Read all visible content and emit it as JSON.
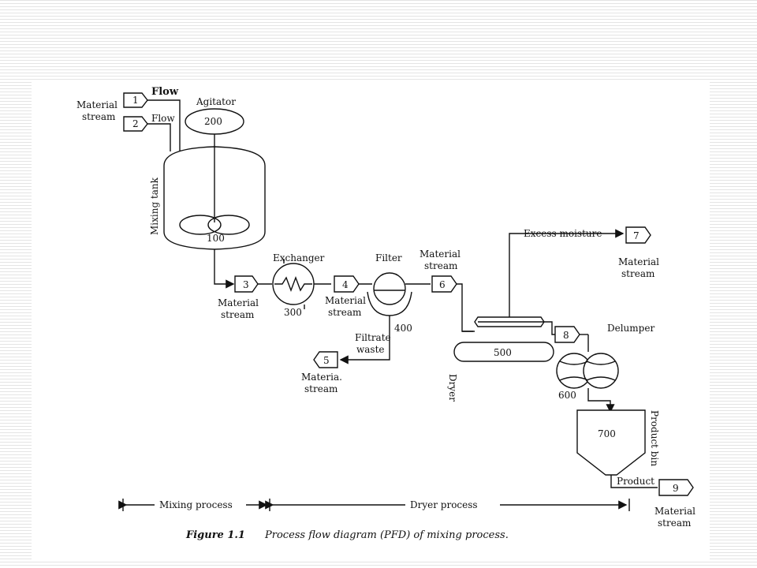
{
  "figure": {
    "caption_label": "Figure 1.1",
    "caption_text": "Process flow diagram (PFD) of mixing process."
  },
  "streams": [
    {
      "id": "1"
    },
    {
      "id": "2"
    },
    {
      "id": "3"
    },
    {
      "id": "4"
    },
    {
      "id": "5"
    },
    {
      "id": "6"
    },
    {
      "id": "7"
    },
    {
      "id": "8"
    },
    {
      "id": "9"
    }
  ],
  "labels": {
    "material": "Material",
    "stream": "stream",
    "materia": "Materia.",
    "material_7": "Material",
    "flow_1": "Flow",
    "flow_2": "Flow",
    "agitator": "Agitator",
    "agitator_num": "200",
    "mixing_tank": "Mixing tank",
    "tank_num": "100",
    "exchanger": "Exchanger",
    "exchanger_num": "300",
    "filter": "Filter",
    "filter_num": "400",
    "filtrate": "Filtrate",
    "waste": "waste",
    "excess_moisture": "Excess moisture",
    "dryer_num": "500",
    "dryer": "Dryer",
    "delumper": "Delumper",
    "delumper_num": "600",
    "bin_num": "700",
    "product_bin": "Product bin",
    "product": "Product"
  },
  "process_bar": {
    "mixing": "Mixing process",
    "dryer": "Dryer process"
  }
}
